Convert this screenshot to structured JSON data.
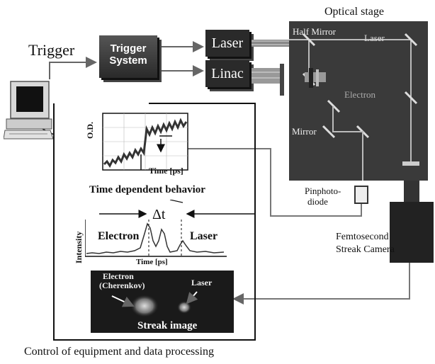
{
  "labels": {
    "optical_stage": "Optical stage",
    "trigger": "Trigger",
    "trigger_system_line1": "Trigger",
    "trigger_system_line2": "System",
    "laser_box": "Laser",
    "linac_box": "Linac",
    "half_mirror": "Half Mirror",
    "laser_path": "Laser",
    "electron_path": "Electron",
    "mirror": "Mirror",
    "pinphoto_line1": "Pinphoto-",
    "pinphoto_line2": "diode",
    "camera_line1": "Femtosecond",
    "camera_line2": "Streak Camera",
    "control_caption": "Control of equipment and data processing"
  },
  "od_plot": {
    "ylabel": "O.D.",
    "xlabel": "Time [ps]",
    "caption": "Time dependent behavior"
  },
  "intensity_plot": {
    "delta": "Δt",
    "ylabel": "Intensity",
    "xlabel": "Time [ps]",
    "electron": "Electron",
    "laser": "Laser"
  },
  "streak": {
    "electron_line1": "Electron",
    "electron_line2": "(Cherenkov)",
    "laser": "Laser",
    "caption": "Streak image"
  }
}
